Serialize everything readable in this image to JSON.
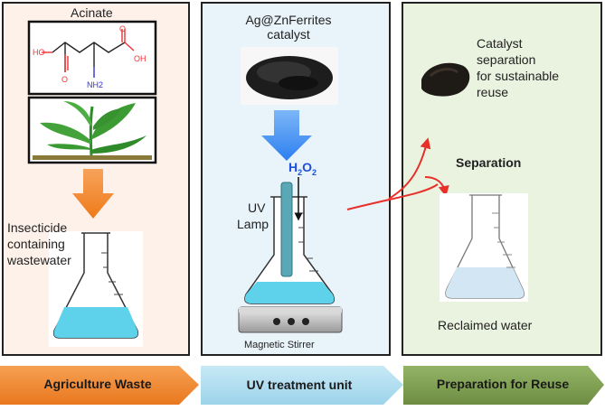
{
  "panels": {
    "agriculture": {
      "molecule_name": "Acinate",
      "molecule_labels": {
        "ho": "HO",
        "oh": "OH",
        "o1": "O",
        "o2": "O",
        "nh2": "NH2"
      },
      "flask_label_lines": [
        "Insecticide",
        "containing",
        "wastewater"
      ]
    },
    "uv": {
      "catalyst_lines": [
        "Ag@ZnFerrites",
        "catalyst"
      ],
      "h2o2_main": "H",
      "h2o2_sub1": "2",
      "h2o2_mid": "O",
      "h2o2_sub2": "2",
      "lamp_lines": [
        "UV",
        "Lamp"
      ],
      "stirrer_label": "Magnetic Stirrer"
    },
    "reuse": {
      "catalyst_sep_lines": [
        "Catalyst",
        "separation",
        "for sustainable",
        "reuse"
      ],
      "separation_label": "Separation",
      "water_label": "Reclaimed water"
    }
  },
  "process_arrows": [
    {
      "label": "Agriculture Waste",
      "color": "#f08a2c"
    },
    {
      "label": "UV treatment unit",
      "color": "#aedcef"
    },
    {
      "label": "Preparation for Reuse",
      "color": "#7a9a4e"
    }
  ],
  "colors": {
    "orange_arrow": "#f5882a",
    "blue_arrow": "#3a8df0",
    "red_curve": "#e8302a",
    "liquid": "#5ed2ea",
    "reclaimed_liquid": "#d3e6f3",
    "h2o2": "#1e4fd8"
  }
}
